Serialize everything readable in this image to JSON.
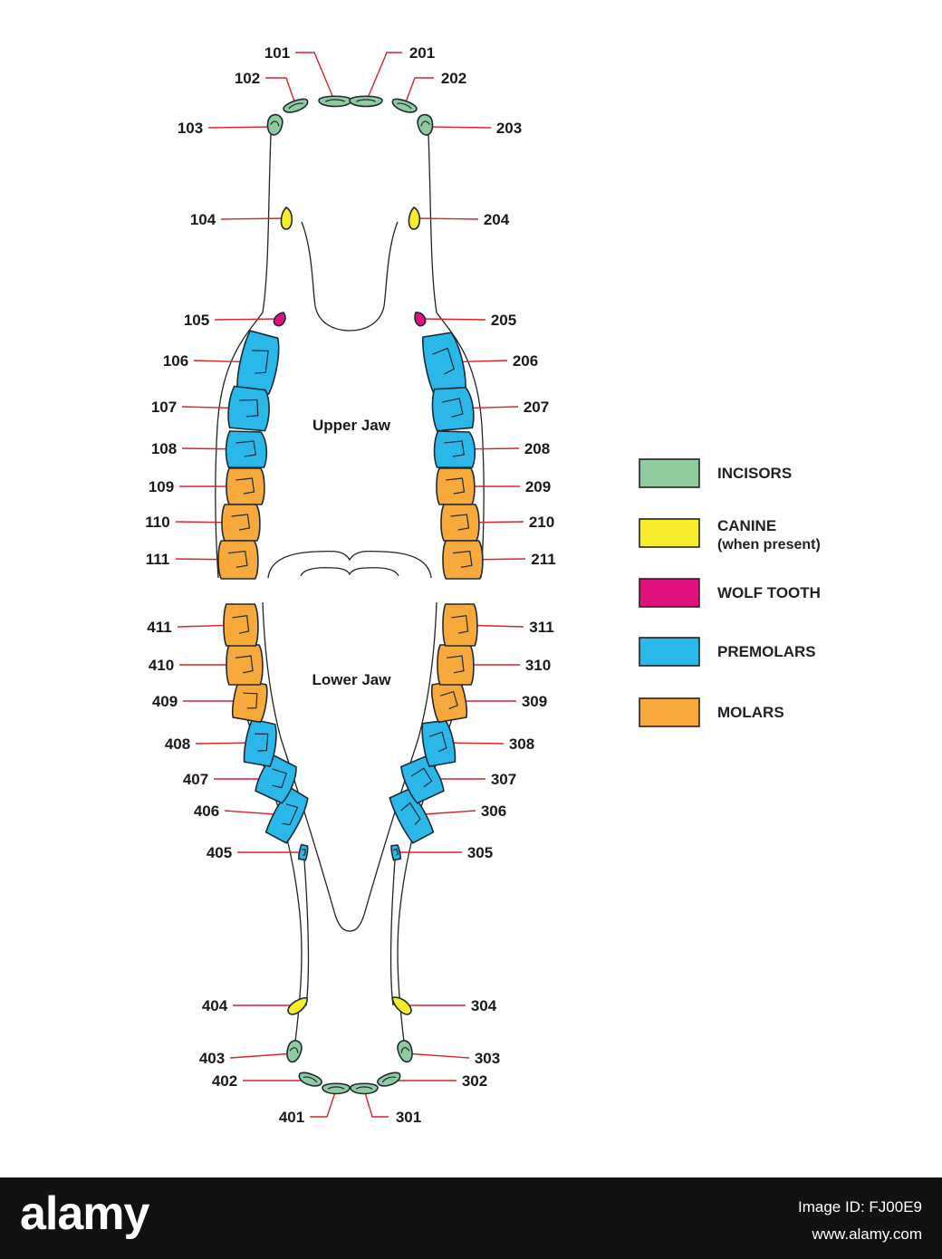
{
  "diagram": {
    "upper_jaw_label": "Upper Jaw",
    "lower_jaw_label": "Lower Jaw",
    "colors": {
      "incisor": "#8fcb9f",
      "canine": "#f7ec2b",
      "wolf": "#e0117f",
      "premolar": "#2ab8ea",
      "molar": "#f8a93c"
    },
    "teeth": [
      {
        "id": "101",
        "type": "incisor"
      },
      {
        "id": "102",
        "type": "incisor"
      },
      {
        "id": "103",
        "type": "incisor"
      },
      {
        "id": "104",
        "type": "canine"
      },
      {
        "id": "105",
        "type": "wolf"
      },
      {
        "id": "106",
        "type": "premolar"
      },
      {
        "id": "107",
        "type": "premolar"
      },
      {
        "id": "108",
        "type": "premolar"
      },
      {
        "id": "109",
        "type": "molar"
      },
      {
        "id": "110",
        "type": "molar"
      },
      {
        "id": "111",
        "type": "molar"
      },
      {
        "id": "201",
        "type": "incisor"
      },
      {
        "id": "202",
        "type": "incisor"
      },
      {
        "id": "203",
        "type": "incisor"
      },
      {
        "id": "204",
        "type": "canine"
      },
      {
        "id": "205",
        "type": "wolf"
      },
      {
        "id": "206",
        "type": "premolar"
      },
      {
        "id": "207",
        "type": "premolar"
      },
      {
        "id": "208",
        "type": "premolar"
      },
      {
        "id": "209",
        "type": "molar"
      },
      {
        "id": "210",
        "type": "molar"
      },
      {
        "id": "211",
        "type": "molar"
      },
      {
        "id": "301",
        "type": "incisor"
      },
      {
        "id": "302",
        "type": "incisor"
      },
      {
        "id": "303",
        "type": "incisor"
      },
      {
        "id": "304",
        "type": "canine"
      },
      {
        "id": "305",
        "type": "premolar"
      },
      {
        "id": "306",
        "type": "premolar"
      },
      {
        "id": "307",
        "type": "premolar"
      },
      {
        "id": "308",
        "type": "premolar"
      },
      {
        "id": "309",
        "type": "molar"
      },
      {
        "id": "310",
        "type": "molar"
      },
      {
        "id": "311",
        "type": "molar"
      },
      {
        "id": "401",
        "type": "incisor"
      },
      {
        "id": "402",
        "type": "incisor"
      },
      {
        "id": "403",
        "type": "incisor"
      },
      {
        "id": "404",
        "type": "canine"
      },
      {
        "id": "405",
        "type": "premolar"
      },
      {
        "id": "406",
        "type": "premolar"
      },
      {
        "id": "407",
        "type": "premolar"
      },
      {
        "id": "408",
        "type": "premolar"
      },
      {
        "id": "409",
        "type": "molar"
      },
      {
        "id": "410",
        "type": "molar"
      },
      {
        "id": "411",
        "type": "molar"
      }
    ]
  },
  "legend": [
    {
      "type": "incisor",
      "label": "INCISORS",
      "sublabel": ""
    },
    {
      "type": "canine",
      "label": "CANINE",
      "sublabel": "(when present)"
    },
    {
      "type": "wolf",
      "label": "WOLF TOOTH",
      "sublabel": ""
    },
    {
      "type": "premolar",
      "label": "PREMOLARS",
      "sublabel": ""
    },
    {
      "type": "molar",
      "label": "MOLARS",
      "sublabel": ""
    }
  ],
  "footer": {
    "brand": "alamy",
    "image_id_text": "Image ID: FJ00E9",
    "site": "www.alamy.com"
  }
}
